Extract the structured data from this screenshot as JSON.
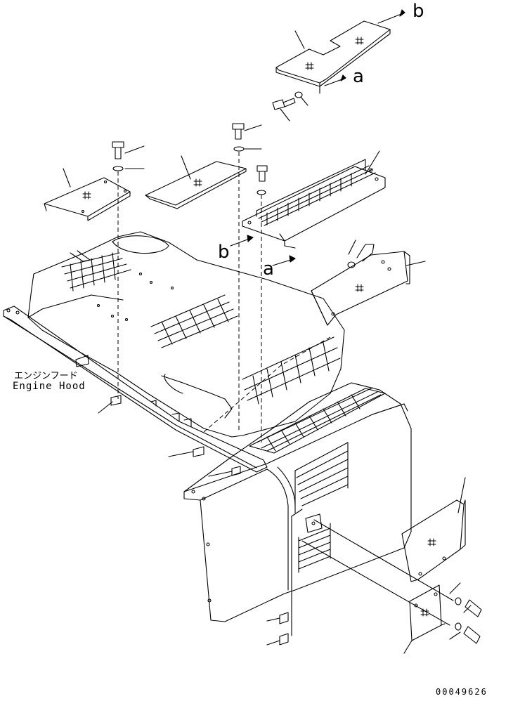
{
  "hood_label": {
    "jp": "エンジンフード",
    "en": "Engine Hood"
  },
  "refs": {
    "a1": "a",
    "b1": "b",
    "a2": "a",
    "b2": "b"
  },
  "drawing_number": "00049626"
}
